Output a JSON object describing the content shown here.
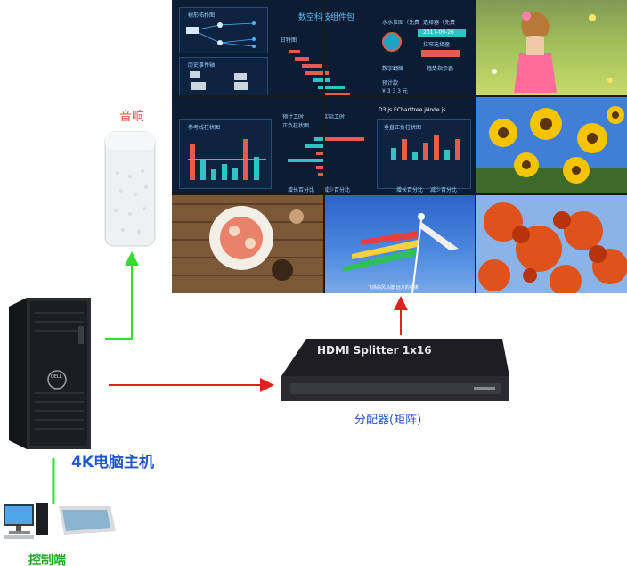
{
  "labels": {
    "speaker": "音响",
    "pc": "4K电脑主机",
    "splitter": "分配器(矩阵)",
    "control": "控制端",
    "splitter_brand": "HDMI Splitter 1x16"
  },
  "dashboard": {
    "title": "数空科技组件包",
    "p_topo": "树形拓扑图",
    "p_history": "历史事件轴",
    "p_gantt": "甘特图",
    "p_water": "水水位图（免费",
    "p_select": "选择器（免费",
    "date": "2017-09-26",
    "p_pull": "拉帘选择器",
    "p_digital": "数字翻牌",
    "p_trend": "趋势指示器",
    "amount_label": "预计款",
    "amount": "¥ 3 3 3 元",
    "d3": "D3.js ECharttree jNode.js",
    "p_ref": "参考线柱状图",
    "p_posneg": "正负柱状图",
    "p_vposneg": "垂直正负柱状图",
    "legend_plan": "预计工时",
    "legend_real": "实际工时",
    "legend_up": "增长百分比",
    "legend_down": "减少百分比"
  },
  "photos": {
    "flags_caption": "飞扬的风马旗 远方的祈祷"
  },
  "colors": {
    "arrow_red": "#e32020",
    "arrow_green": "#33dd33",
    "speaker_label": "#e9504e",
    "pc_label": "#1f56c9",
    "splitter_label": "#1f56c9",
    "control_label": "#22aa22"
  }
}
